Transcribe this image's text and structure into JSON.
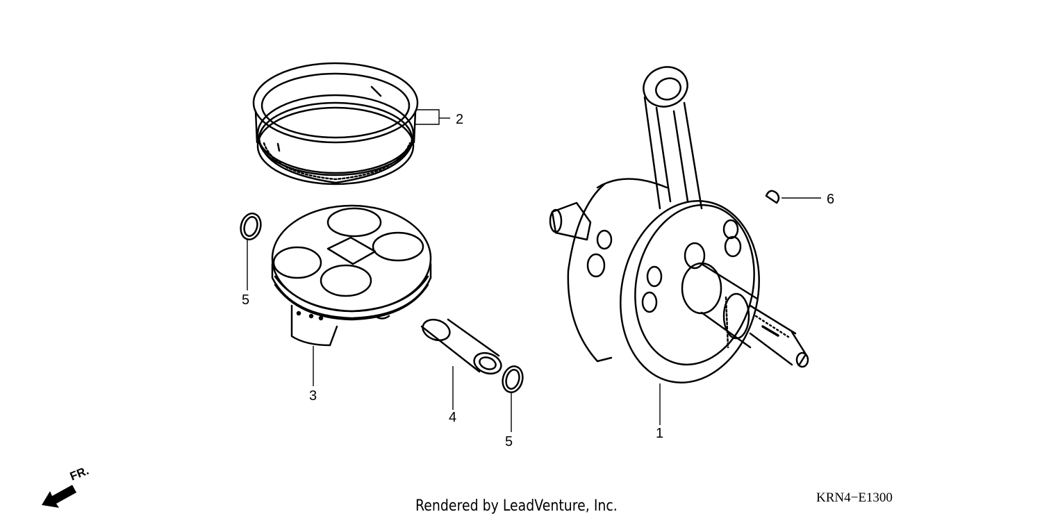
{
  "callouts": {
    "crankshaft": "1",
    "piston_rings": "2",
    "piston": "3",
    "piston_pin": "4",
    "clip_left": "5",
    "clip_right": "5",
    "woodruff_key": "6"
  },
  "front_indicator": "FR.",
  "footer": {
    "credit": "Rendered by LeadVenture, Inc.",
    "code": "KRN4−E1300"
  }
}
